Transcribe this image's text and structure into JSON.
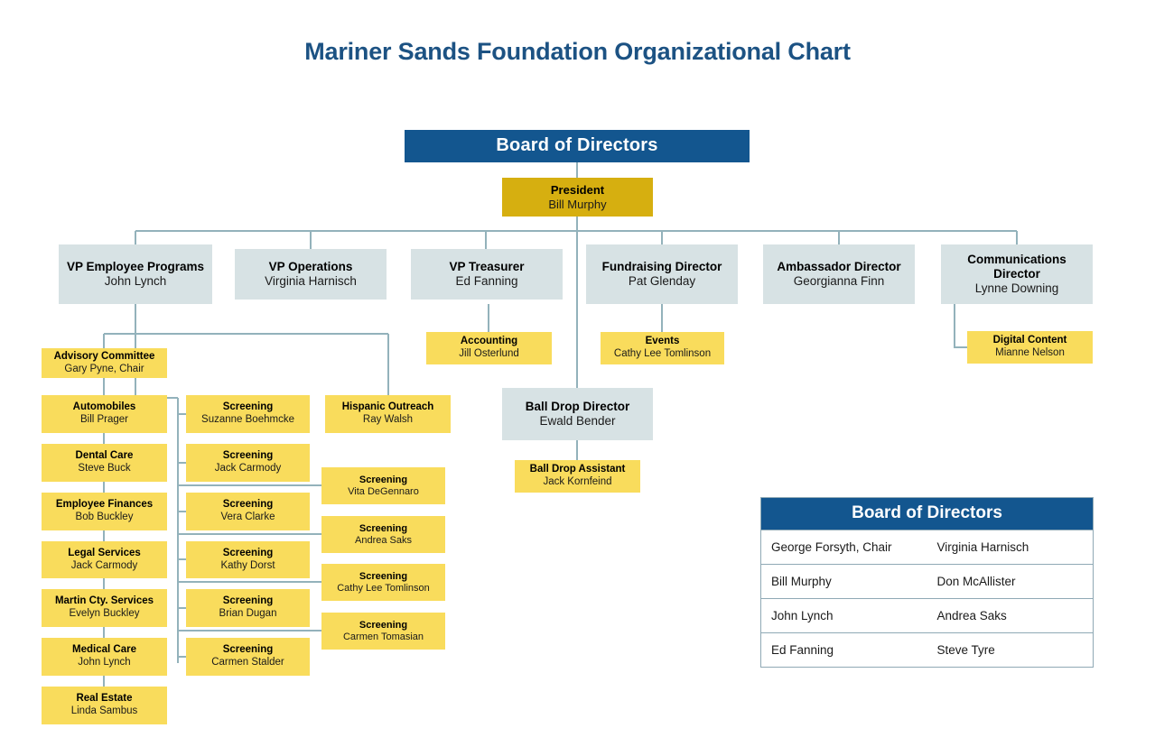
{
  "page": {
    "title": "Mariner Sands Foundation Organizational Chart",
    "colors": {
      "brand_blue": "#13568f",
      "gold": "#d6af10",
      "yellow": "#f9dc5c",
      "gray_blue": "#d7e2e4",
      "connector": "#93b2bb",
      "title_text": "#1c5283"
    }
  },
  "nodes": {
    "board": {
      "title": "Board of Directors"
    },
    "president": {
      "title": "President",
      "person": "Bill Murphy"
    },
    "vp_employee_programs": {
      "title": "VP Employee Programs",
      "person": "John Lynch"
    },
    "vp_operations": {
      "title": "VP Operations",
      "person": "Virginia Harnisch"
    },
    "vp_treasurer": {
      "title": "VP Treasurer",
      "person": "Ed Fanning"
    },
    "fundraising_director": {
      "title": "Fundraising Director",
      "person": "Pat Glenday"
    },
    "ambassador_director": {
      "title": "Ambassador Director",
      "person": "Georgianna Finn"
    },
    "communications_director": {
      "title": "Communications Director",
      "person": "Lynne Downing"
    },
    "accounting": {
      "title": "Accounting",
      "person": "Jill Osterlund"
    },
    "events": {
      "title": "Events",
      "person": "Cathy Lee Tomlinson"
    },
    "digital_content": {
      "title": "Digital Content",
      "person": "Mianne Nelson"
    },
    "ball_drop_director": {
      "title": "Ball Drop Director",
      "person": "Ewald Bender"
    },
    "ball_drop_assistant": {
      "title": "Ball Drop Assistant",
      "person": "Jack Kornfeind"
    },
    "advisory_committee": {
      "title": "Advisory Committee",
      "person": "Gary Pyne, Chair"
    },
    "automobiles": {
      "title": "Automobiles",
      "person": "Bill Prager"
    },
    "dental_care": {
      "title": "Dental Care",
      "person": "Steve Buck"
    },
    "employee_finances": {
      "title": "Employee Finances",
      "person": "Bob Buckley"
    },
    "legal_services": {
      "title": "Legal Services",
      "person": "Jack Carmody"
    },
    "martin_cty_services": {
      "title": "Martin Cty. Services",
      "person": "Evelyn Buckley"
    },
    "medical_care": {
      "title": "Medical Care",
      "person": "John Lynch"
    },
    "real_estate": {
      "title": "Real Estate",
      "person": "Linda Sambus"
    },
    "hispanic_outreach": {
      "title": "Hispanic Outreach",
      "person": "Ray Walsh"
    },
    "screening_1": {
      "title": "Screening",
      "person": "Suzanne Boehmcke"
    },
    "screening_2": {
      "title": "Screening",
      "person": "Jack Carmody"
    },
    "screening_3": {
      "title": "Screening",
      "person": "Vera Clarke"
    },
    "screening_4": {
      "title": "Screening",
      "person": "Kathy Dorst"
    },
    "screening_5": {
      "title": "Screening",
      "person": "Brian Dugan"
    },
    "screening_6": {
      "title": "Screening",
      "person": "Carmen Stalder"
    },
    "screening_7": {
      "title": "Screening",
      "person": "Vita DeGennaro"
    },
    "screening_8": {
      "title": "Screening",
      "person": "Andrea Saks"
    },
    "screening_9": {
      "title": "Screening",
      "person": "Cathy Lee Tomlinson"
    },
    "screening_10": {
      "title": "Screening",
      "person": "Carmen Tomasian"
    }
  },
  "board_table": {
    "header": "Board of Directors",
    "rows": [
      {
        "left": "George Forsyth, Chair",
        "right": "Virginia Harnisch"
      },
      {
        "left": "Bill Murphy",
        "right": "Don McAllister"
      },
      {
        "left": "John Lynch",
        "right": "Andrea Saks"
      },
      {
        "left": "Ed Fanning",
        "right": "Steve Tyre"
      }
    ]
  }
}
